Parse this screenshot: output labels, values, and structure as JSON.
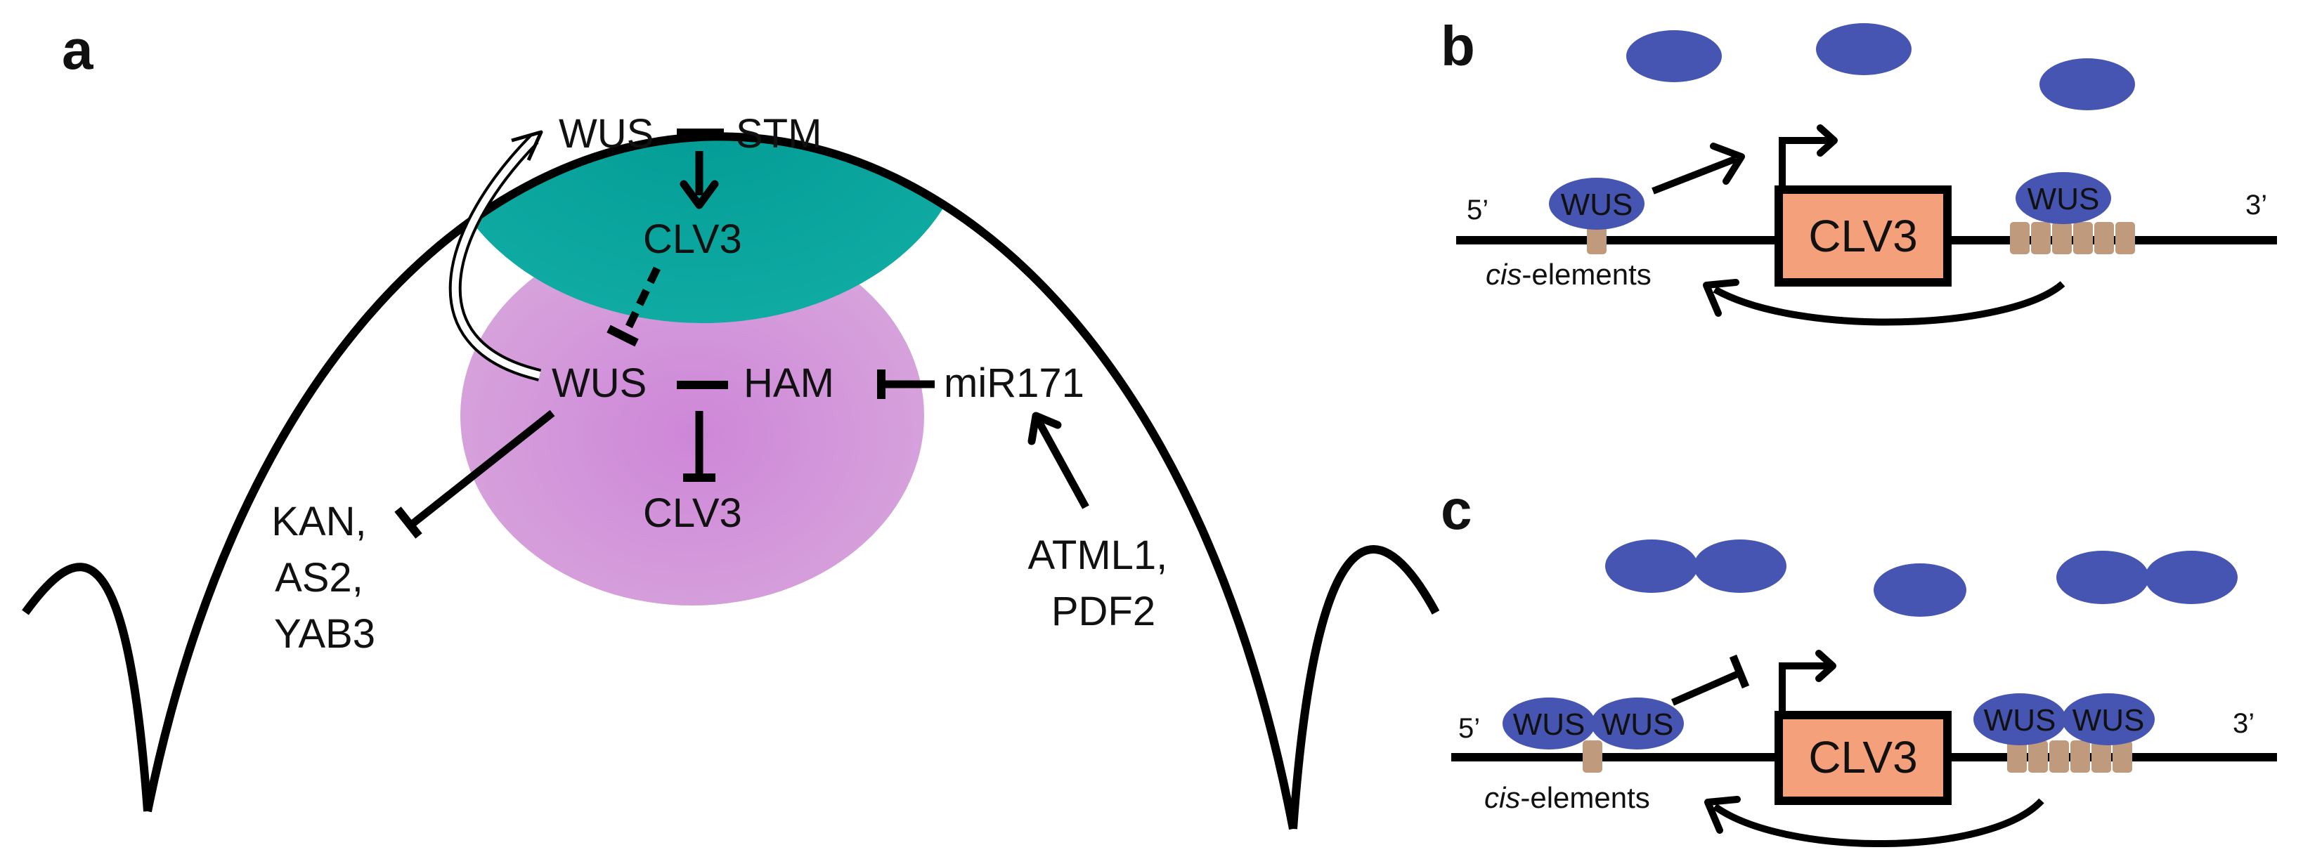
{
  "panels": {
    "a": {
      "letter": "a",
      "labels": {
        "wus_top": "WUS",
        "stm": "STM",
        "clv3_top": "CLV3",
        "wus_mid": "WUS",
        "ham": "HAM",
        "mir171": "miR171",
        "clv3_bottom": "CLV3",
        "kan_as2_yab3": [
          "KAN,",
          "AS2,",
          "YAB3"
        ],
        "atml1_pdf2": [
          "ATML1,",
          "PDF2"
        ]
      },
      "colors": {
        "central_zone": "#00A39A",
        "organizing_center": "#CE86D8"
      }
    },
    "b": {
      "letter": "b",
      "prime5": "5’",
      "prime3": "3’",
      "gene": "CLV3",
      "wus_left": "WUS",
      "wus_right": "WUS",
      "cis_italic": "cis",
      "cis_rest": "-elements"
    },
    "c": {
      "letter": "c",
      "prime5": "5’",
      "prime3": "3’",
      "gene": "CLV3",
      "wus_left_1": "WUS",
      "wus_left_2": "WUS",
      "wus_right_1": "WUS",
      "wus_right_2": "WUS",
      "cis_italic": "cis",
      "cis_rest": "-elements"
    }
  },
  "colors": {
    "wus_protein": "#4555B1",
    "gene_box": "#F4A07A",
    "cis_element": "#C09A7C",
    "line": "#000000"
  }
}
